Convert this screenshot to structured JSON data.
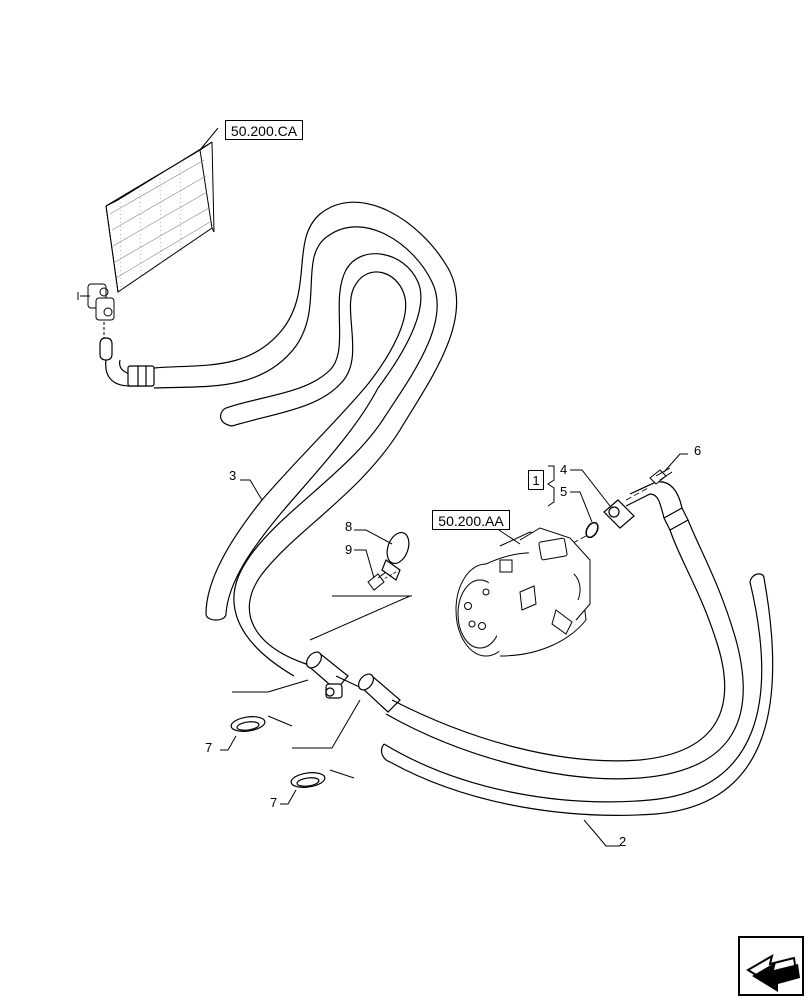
{
  "references": {
    "evaporator": "50.200.CA",
    "compressor": "50.200.AA"
  },
  "group_box": "1",
  "callouts": {
    "hose_2": "2",
    "hose_3": "3",
    "fitting_4": "4",
    "ring_5": "5",
    "bolt_6": "6",
    "oring_7a": "7",
    "oring_7b": "7",
    "clip_8": "8",
    "screw_9": "9"
  },
  "icons": {
    "navigation": "arrow-back-icon"
  }
}
